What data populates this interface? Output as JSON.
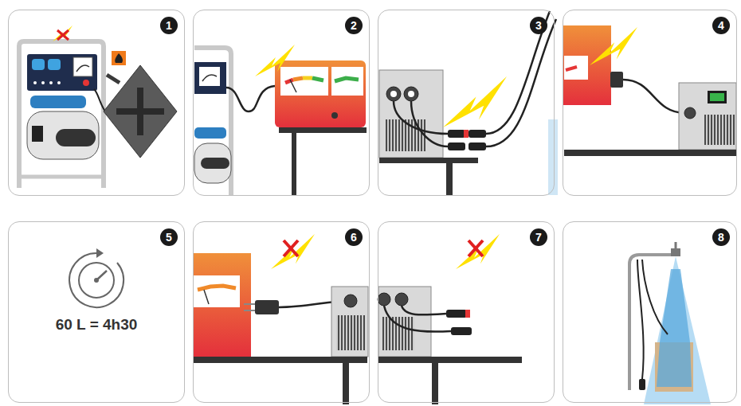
{
  "diagram": {
    "nodes": [
      {
        "text": [
          "1"
        ]
      },
      {
        "text": [
          "2"
        ]
      },
      {
        "text": [
          "3"
        ]
      },
      {
        "text": [
          "4"
        ]
      },
      {
        "text": [
          "5",
          "60 L = 4h30"
        ]
      },
      {
        "text": [
          "6"
        ]
      },
      {
        "text": [
          "7"
        ]
      },
      {
        "text": [
          "8"
        ]
      }
    ]
  }
}
